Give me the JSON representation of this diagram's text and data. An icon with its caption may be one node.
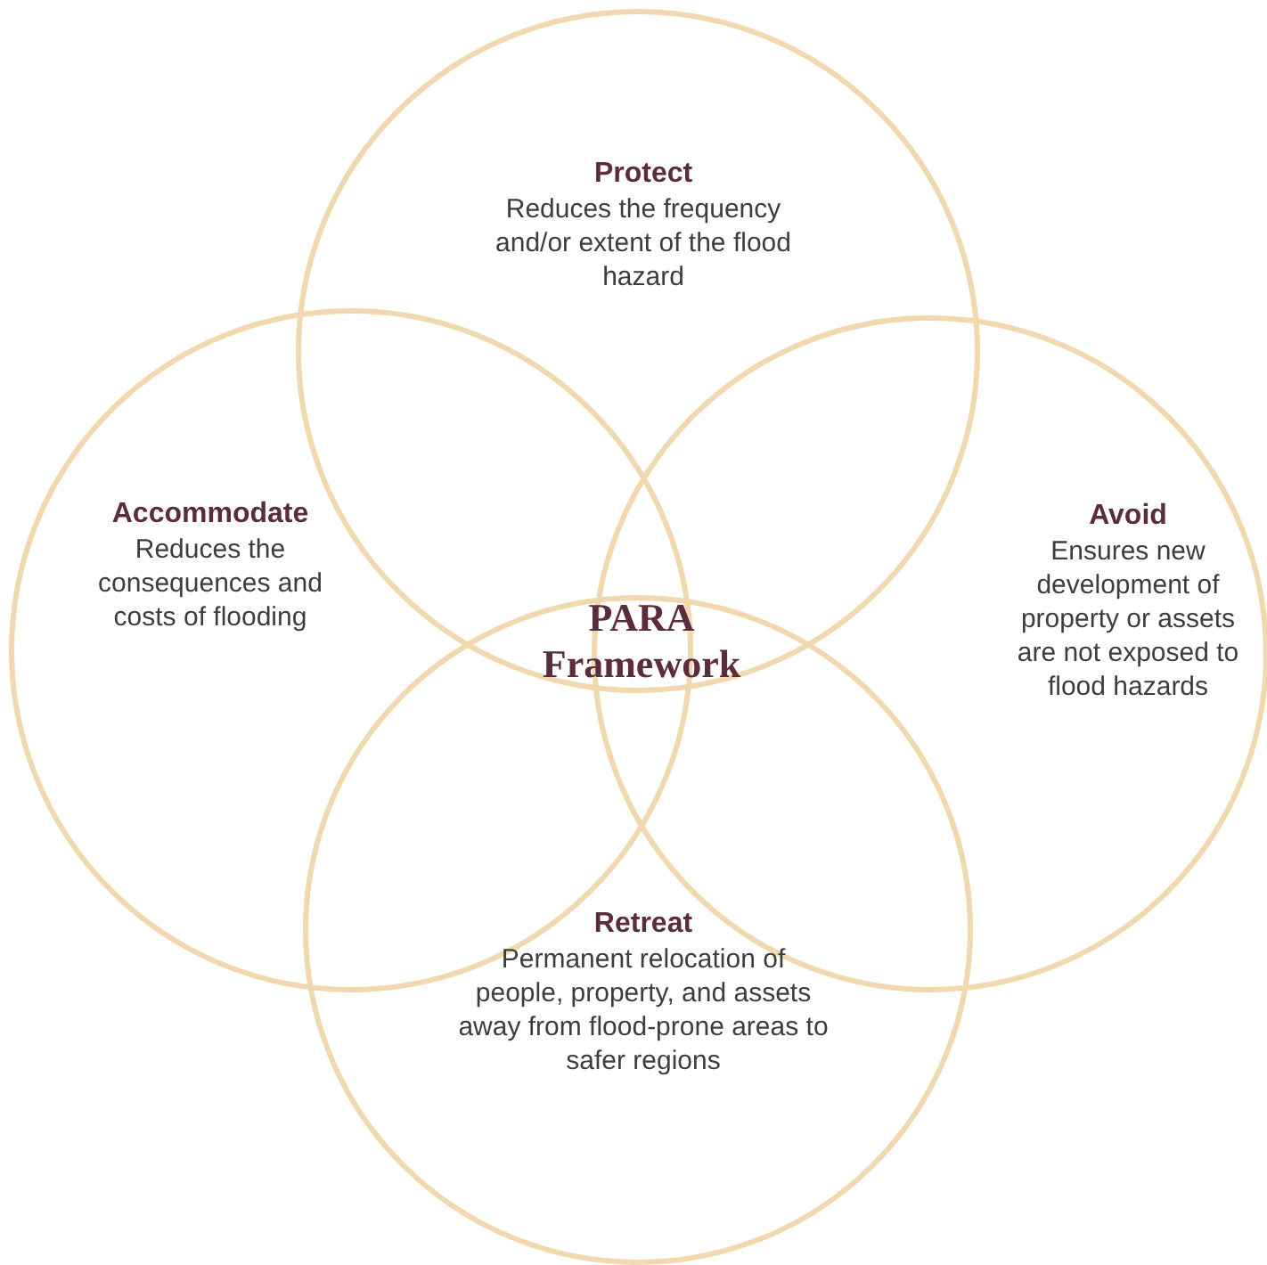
{
  "diagram": {
    "nodes": [
      {
        "text": [
          "Protect",
          "Reduces the frequency and/or extent of the flood hazard"
        ]
      },
      {
        "text": [
          "Accommodate",
          "Reduces the consequences and costs of flooding"
        ]
      },
      {
        "text": [
          "Avoid",
          "Ensures new development of property or assets are not exposed to flood hazards"
        ]
      },
      {
        "text": [
          "Retreat",
          "Permanent relocation of people, property, and assets away from flood-prone areas to safer regions"
        ]
      }
    ],
    "labels": [
      "PARA Framework"
    ]
  }
}
